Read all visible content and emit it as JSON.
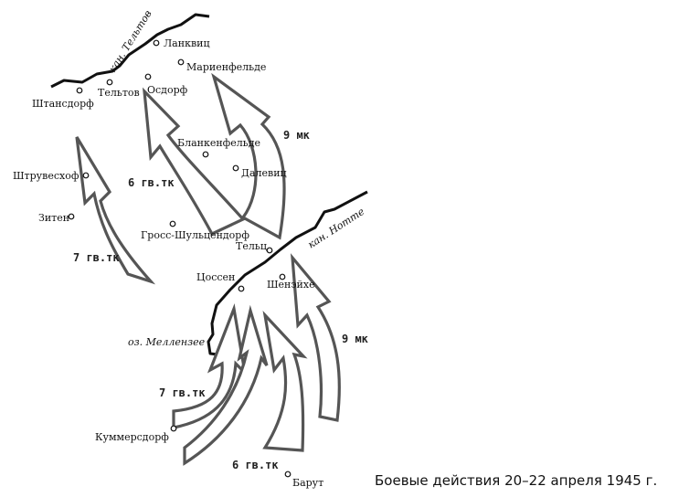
{
  "canals": {
    "teltow": "кан. Тельтов",
    "notte": "кан. Нотте"
  },
  "lake": "оз. Меллензее",
  "towns": {
    "lankwitz": "Ланквиц",
    "marienfelde": "Мариенфельде",
    "stahnsdorf": "Штансдорф",
    "teltow": "Тельтов",
    "osdorf": "Осдорф",
    "blankenfelde": "Бланкенфельде",
    "dahlewitz": "Далевиц",
    "struveshof": "Штрувесхоф",
    "sieten": "Зитен",
    "gross_schulzendorf": "Гросс-Шульцендорф",
    "telz": "Тельц",
    "zossen": "Цоссен",
    "schoeneiche": "Шенэйхе",
    "kummersdorf": "Куммерсдорф",
    "baruth": "Барут"
  },
  "units": {
    "mk9_north": "9 мк",
    "gvtk6_north": "6 гв.тк",
    "gvtk7_north": "7 гв.тк",
    "mk9_south": "9 мк",
    "gvtk7_south": "7 гв.тк",
    "gvtk6_south": "6 гв.тк"
  },
  "caption": "Боевые действия 20–22 апреля 1945 г.",
  "colors": {
    "arrow_stroke": "#555555",
    "line": "#111111"
  }
}
